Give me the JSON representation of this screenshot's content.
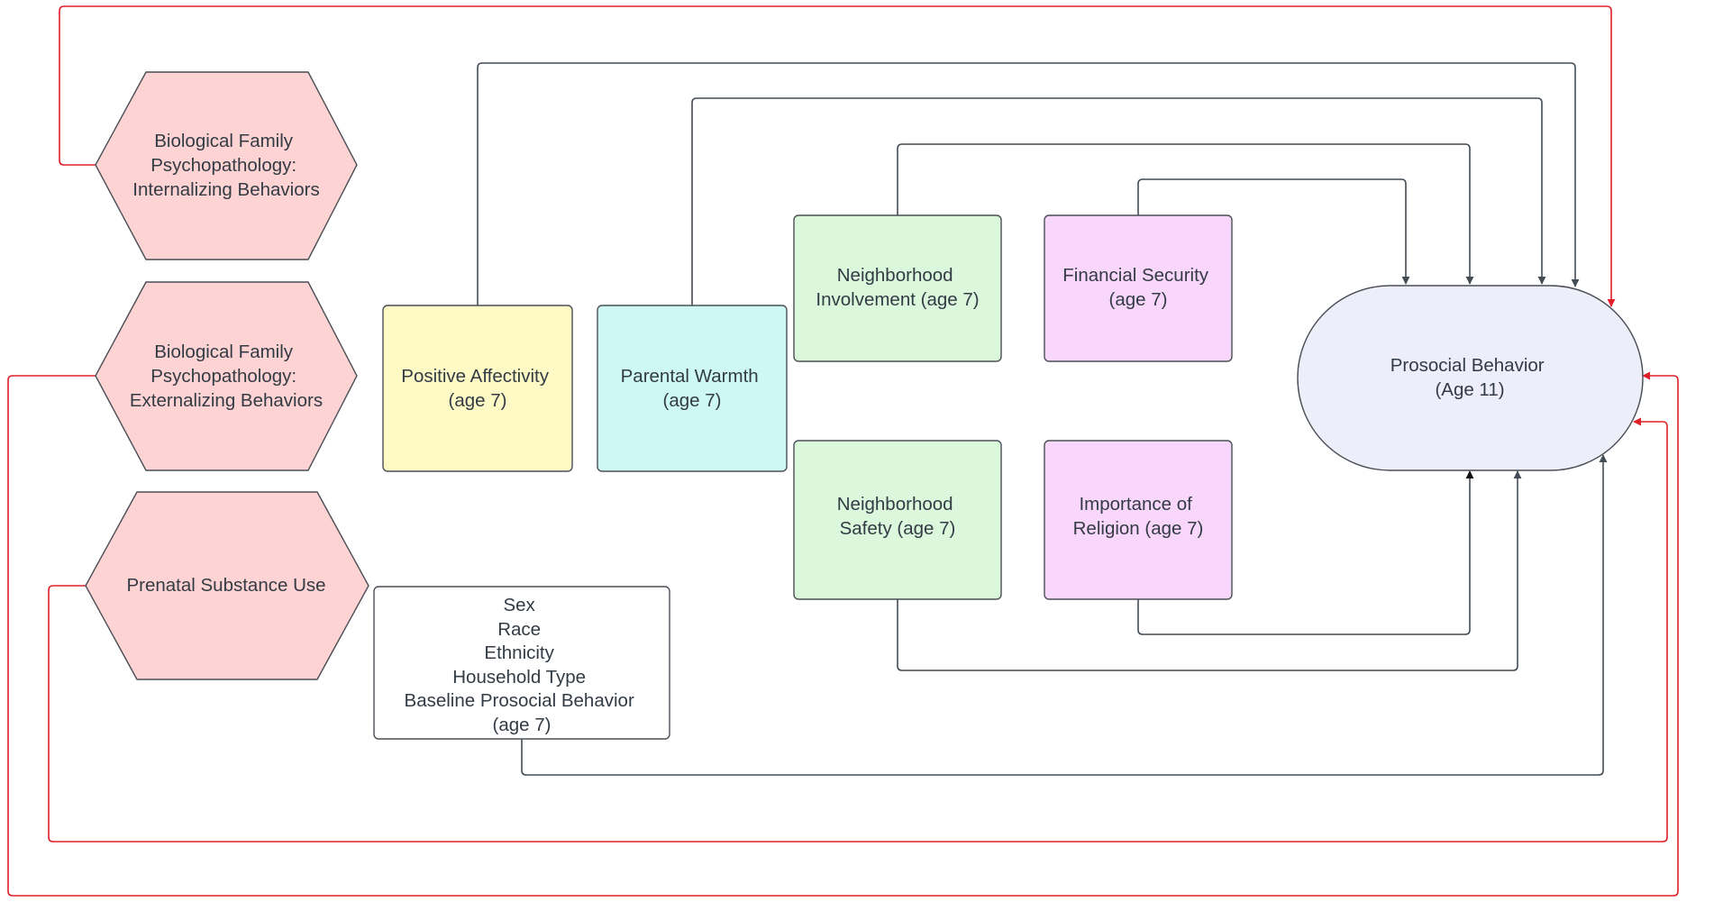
{
  "colors": {
    "hexagon_fill": "#fdd3d3",
    "positive_affect_fill": "#fdfac6",
    "parental_warmth_fill": "#cdf8f3",
    "neighborhood_fill": "#dbf7dc",
    "religion_finance_fill": "#f9d6fb",
    "outcome_fill": "#eeeefb",
    "covariates_fill": "#ffffff",
    "gray_edge": "#444c55",
    "red_edge": "#e0202a"
  },
  "nodes": {
    "bio_internalizing": {
      "lines": [
        "Biological Family",
        "Psychopathology:",
        "Internalizing Behaviors"
      ]
    },
    "bio_externalizing": {
      "lines": [
        "Biological Family",
        "Psychopathology:",
        "Externalizing Behaviors"
      ]
    },
    "prenatal": {
      "lines": [
        "Prenatal Substance Use"
      ]
    },
    "positive_affectivity": {
      "lines": [
        "Positive Affectivity",
        "(age 7)"
      ]
    },
    "parental_warmth": {
      "lines": [
        "Parental Warmth",
        "(age 7)"
      ]
    },
    "neighborhood_involvement": {
      "lines": [
        "Neighborhood",
        "Involvement (age 7)"
      ]
    },
    "financial_security": {
      "lines": [
        "Financial Security",
        "(age 7)"
      ]
    },
    "neighborhood_safety": {
      "lines": [
        "Neighborhood",
        "Safety (age 7)"
      ]
    },
    "importance_religion": {
      "lines": [
        "Importance of",
        "Religion (age 7)"
      ]
    },
    "covariates": {
      "lines": [
        "Sex",
        "Race",
        "Ethnicity",
        "Household Type",
        "Baseline Prosocial Behavior",
        "(age 7)"
      ]
    },
    "prosocial": {
      "lines": [
        "Prosocial Behavior",
        "(Age 11)"
      ]
    }
  }
}
